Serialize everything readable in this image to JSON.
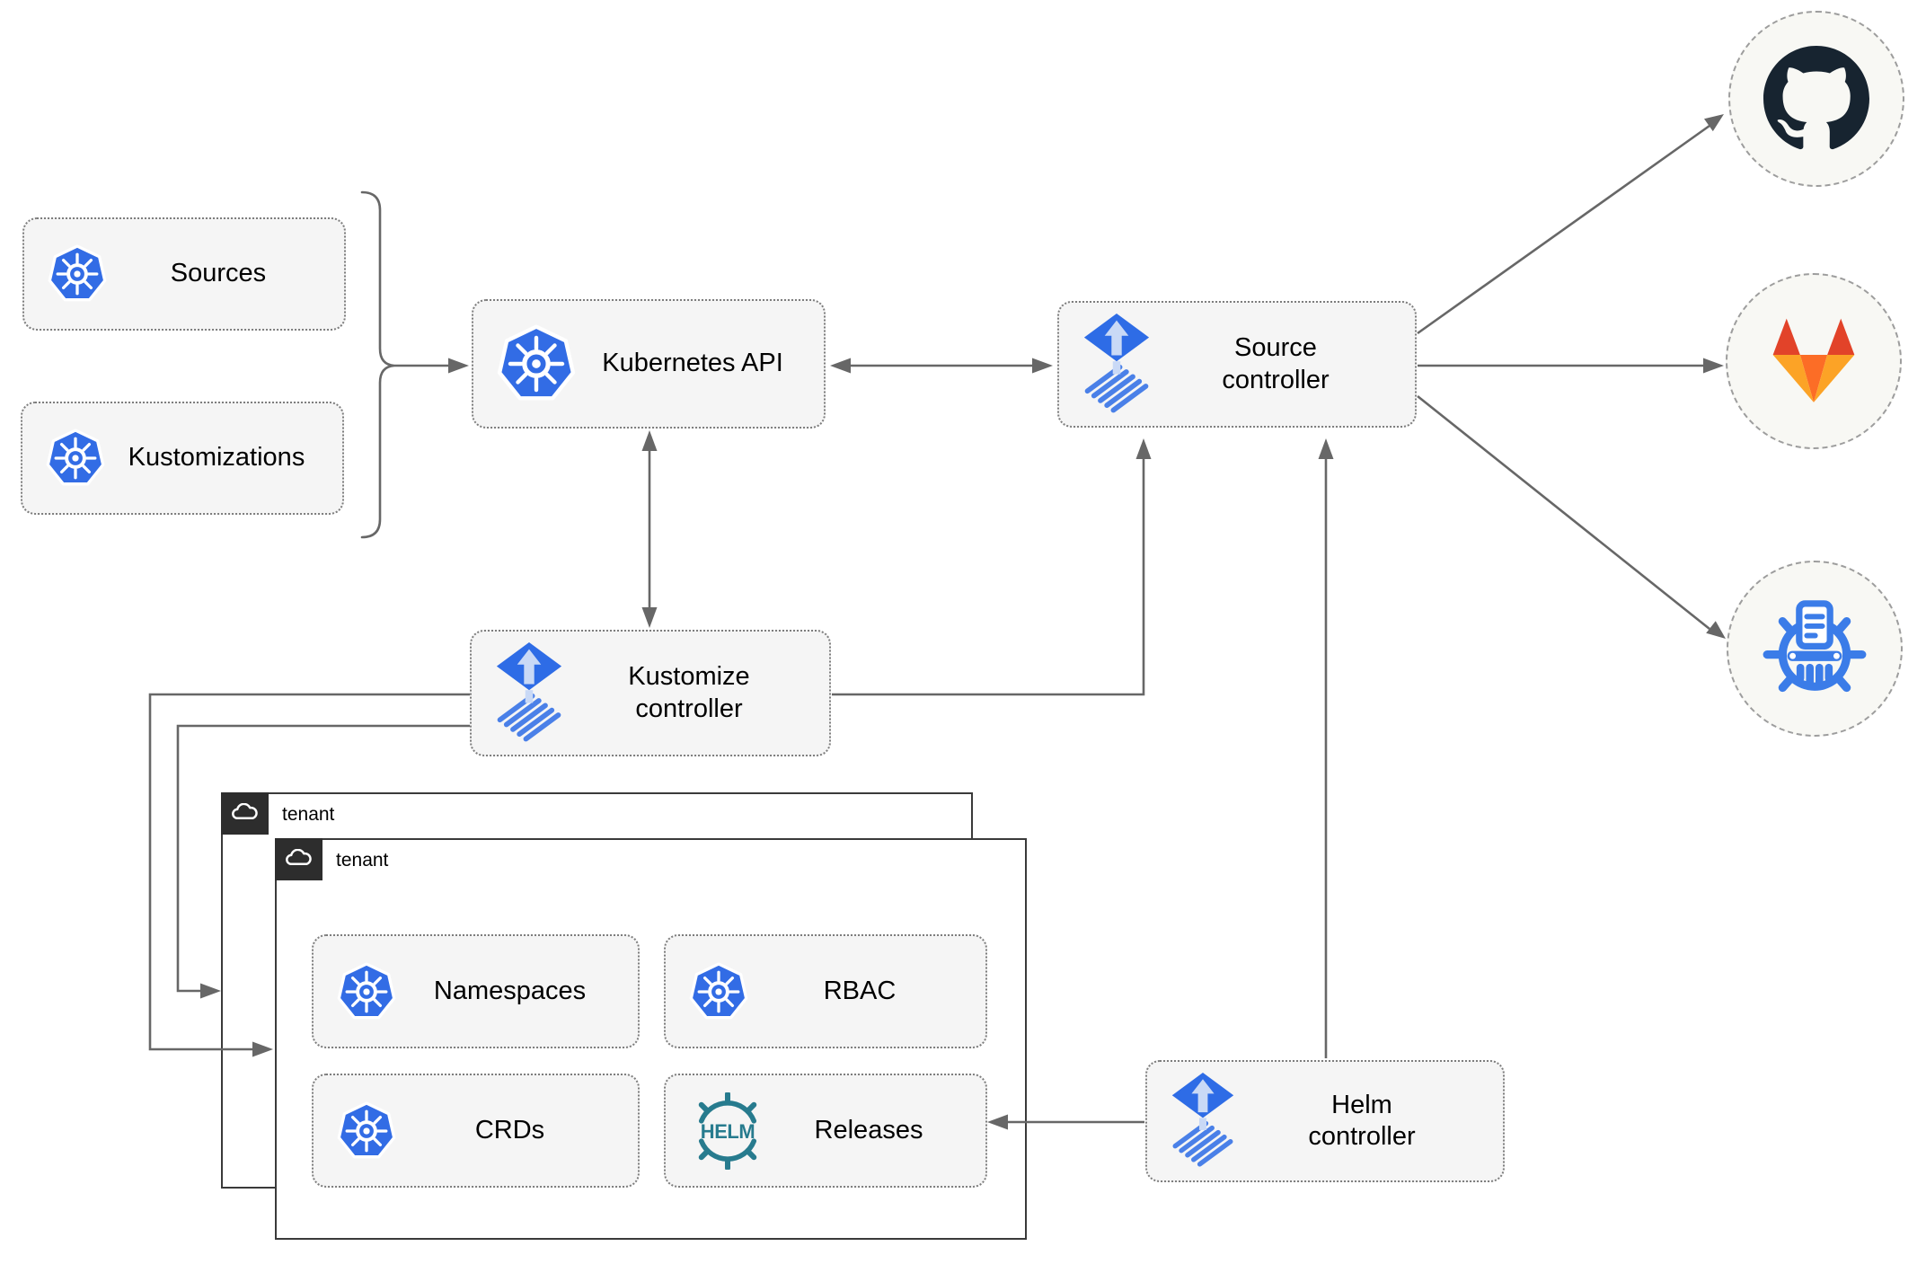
{
  "nodes": {
    "sources": {
      "label": "Sources",
      "icon": "kubernetes-icon"
    },
    "kustomizations": {
      "label": "Kustomizations",
      "icon": "kubernetes-icon"
    },
    "kubernetes_api": {
      "label": "Kubernetes API",
      "icon": "kubernetes-icon"
    },
    "source_controller": {
      "label": "Source controller",
      "icon": "flux-icon"
    },
    "kustomize_controller": {
      "label": "Kustomize controller",
      "icon": "flux-icon"
    },
    "helm_controller": {
      "label": "Helm controller",
      "icon": "flux-icon"
    },
    "namespaces": {
      "label": "Namespaces",
      "icon": "kubernetes-icon"
    },
    "rbac": {
      "label": "RBAC",
      "icon": "kubernetes-icon"
    },
    "crds": {
      "label": "CRDs",
      "icon": "kubernetes-icon"
    },
    "releases": {
      "label": "Releases",
      "icon": "helm-icon"
    }
  },
  "groups": {
    "tenant_outer": {
      "label": "tenant",
      "icon": "cloud-icon"
    },
    "tenant_inner": {
      "label": "tenant",
      "icon": "cloud-icon"
    }
  },
  "remotes": {
    "github": {
      "icon": "github-icon"
    },
    "gitlab": {
      "icon": "gitlab-icon"
    },
    "registry": {
      "icon": "harbor-registry-icon"
    }
  },
  "icons": {
    "helm_wordmark": "HELM"
  },
  "edges": [
    {
      "from": "sources_and_kustomizations",
      "to": "kubernetes_api",
      "style": "arrow-with-brace"
    },
    {
      "from": "kubernetes_api",
      "to": "source_controller",
      "style": "double-arrow"
    },
    {
      "from": "kubernetes_api",
      "to": "kustomize_controller",
      "style": "double-arrow"
    },
    {
      "from": "kustomize_controller",
      "to": "source_controller",
      "style": "arrow"
    },
    {
      "from": "kustomize_controller",
      "to": "tenant_inner",
      "style": "arrow"
    },
    {
      "from": "kustomize_controller",
      "to": "tenant_outer",
      "style": "arrow"
    },
    {
      "from": "helm_controller",
      "to": "source_controller",
      "style": "arrow"
    },
    {
      "from": "helm_controller",
      "to": "releases",
      "style": "arrow"
    },
    {
      "from": "source_controller",
      "to": "github",
      "style": "arrow"
    },
    {
      "from": "source_controller",
      "to": "gitlab",
      "style": "arrow"
    },
    {
      "from": "source_controller",
      "to": "registry",
      "style": "arrow"
    }
  ],
  "colors": {
    "kubernetes_blue": "#326ce5",
    "flux_blue": "#2e6ce6",
    "flux_stripe_blue": "#4a80e8",
    "helm_teal": "#277b8e",
    "harbor_blue": "#3b7ce8",
    "github_dark": "#172430",
    "gitlab_red": "#e24329",
    "gitlab_orange": "#fc6d26",
    "gitlab_amber": "#fca326",
    "connector_gray": "#676767",
    "node_fill": "#f5f5f5",
    "tenant_tab_dark": "#2d2d2d"
  }
}
